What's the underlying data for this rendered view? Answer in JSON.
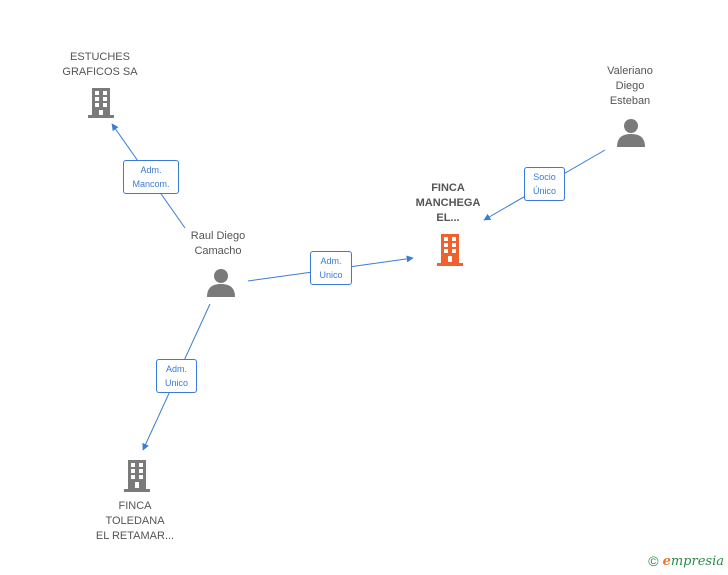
{
  "nodes": {
    "estuches": {
      "label": "ESTUCHES\nGRAFICOS SA",
      "type": "company"
    },
    "valeriano": {
      "label": "Valeriano\nDiego\nEsteban",
      "type": "person"
    },
    "finca_manchega": {
      "label": "FINCA\nMANCHEGA\nEL...",
      "type": "company-focus"
    },
    "raul": {
      "label": "Raul Diego\nCamacho",
      "type": "person"
    },
    "finca_toledana": {
      "label": "FINCA\nTOLEDANA\nEL RETAMAR...",
      "type": "company"
    }
  },
  "edges": {
    "raul_estuches": {
      "label": "Adm.\nMancom."
    },
    "valeriano_manchega": {
      "label": "Socio\nÚnico"
    },
    "raul_manchega": {
      "label": "Adm.\nUnico"
    },
    "raul_toledana": {
      "label": "Adm.\nUnico"
    }
  },
  "colors": {
    "edge": "#3a7bd5",
    "company": "#7a7a7a",
    "company_focus": "#f0622d",
    "person": "#7a7a7a"
  },
  "footer": {
    "copyright": "©",
    "brand_initial": "e",
    "brand_rest": "mpresia"
  }
}
